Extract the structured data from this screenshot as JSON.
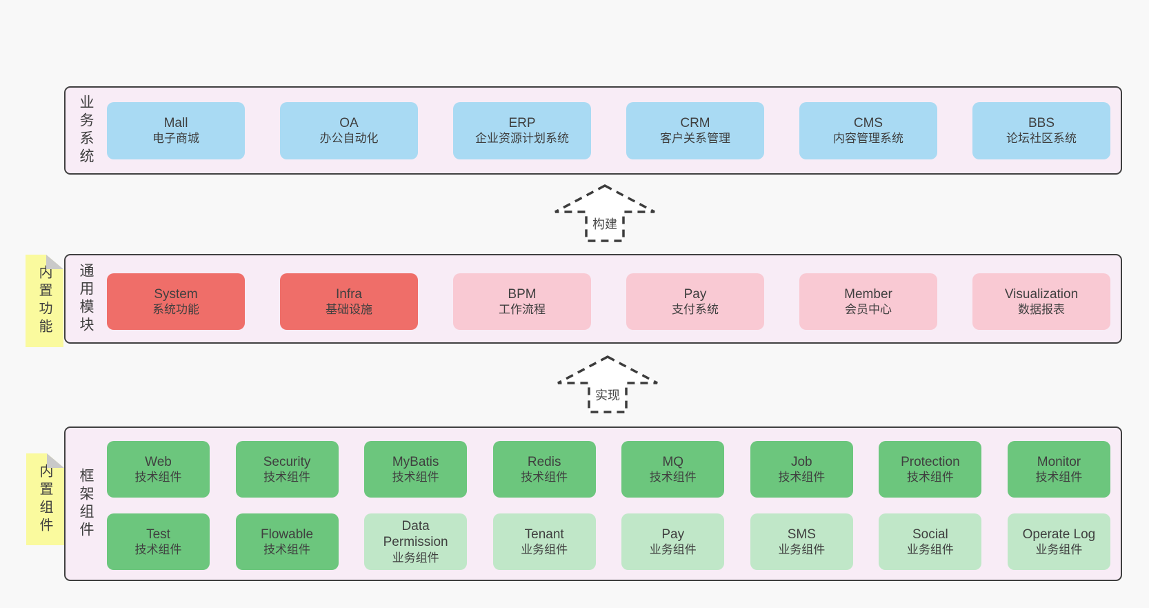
{
  "colors": {
    "page_bg": "#f8f8f8",
    "container_bg": "#f8ecf6",
    "container_border": "#404040",
    "box_blue": "#a9daf3",
    "box_red": "#ef6e69",
    "box_pink": "#f9c9d3",
    "box_green": "#6cc67d",
    "box_green_light": "#c0e7c8",
    "note_yellow": "#fafa9e",
    "note_fold": "#c9c9c9",
    "text": "#3f3f3f",
    "arrow_fill": "#ffffff"
  },
  "arrows": [
    {
      "label": "构建"
    },
    {
      "label": "实现"
    }
  ],
  "layers": [
    {
      "id": "business-systems",
      "label": "业务系统",
      "boxes": [
        {
          "title": "Mall",
          "subtitle": "电子商城",
          "type": "blue"
        },
        {
          "title": "OA",
          "subtitle": "办公自动化",
          "type": "blue"
        },
        {
          "title": "ERP",
          "subtitle": "企业资源计划系统",
          "type": "blue"
        },
        {
          "title": "CRM",
          "subtitle": "客户关系管理",
          "type": "blue"
        },
        {
          "title": "CMS",
          "subtitle": "内容管理系统",
          "type": "blue"
        },
        {
          "title": "BBS",
          "subtitle": "论坛社区系统",
          "type": "blue"
        }
      ]
    },
    {
      "id": "common-modules",
      "label": "通用模块",
      "note": "内置功能",
      "boxes": [
        {
          "title": "System",
          "subtitle": "系统功能",
          "type": "red"
        },
        {
          "title": "Infra",
          "subtitle": "基础设施",
          "type": "red"
        },
        {
          "title": "BPM",
          "subtitle": "工作流程",
          "type": "pink"
        },
        {
          "title": "Pay",
          "subtitle": "支付系统",
          "type": "pink"
        },
        {
          "title": "Member",
          "subtitle": "会员中心",
          "type": "pink"
        },
        {
          "title": "Visualization",
          "subtitle": "数据报表",
          "type": "pink"
        }
      ]
    },
    {
      "id": "framework-components",
      "label": "框架组件",
      "note": "内置组件",
      "rows": [
        [
          {
            "title": "Web",
            "subtitle": "技术组件",
            "type": "green"
          },
          {
            "title": "Security",
            "subtitle": "技术组件",
            "type": "green"
          },
          {
            "title": "MyBatis",
            "subtitle": "技术组件",
            "type": "green"
          },
          {
            "title": "Redis",
            "subtitle": "技术组件",
            "type": "green"
          },
          {
            "title": "MQ",
            "subtitle": "技术组件",
            "type": "green"
          },
          {
            "title": "Job",
            "subtitle": "技术组件",
            "type": "green"
          },
          {
            "title": "Protection",
            "subtitle": "技术组件",
            "type": "green"
          },
          {
            "title": "Monitor",
            "subtitle": "技术组件",
            "type": "green"
          }
        ],
        [
          {
            "title": "Test",
            "subtitle": "技术组件",
            "type": "green"
          },
          {
            "title": "Flowable",
            "subtitle": "技术组件",
            "type": "green"
          },
          {
            "title": "Data Permission",
            "subtitle": "业务组件",
            "type": "lightgreen"
          },
          {
            "title": "Tenant",
            "subtitle": "业务组件",
            "type": "lightgreen"
          },
          {
            "title": "Pay",
            "subtitle": "业务组件",
            "type": "lightgreen"
          },
          {
            "title": "SMS",
            "subtitle": "业务组件",
            "type": "lightgreen"
          },
          {
            "title": "Social",
            "subtitle": "业务组件",
            "type": "lightgreen"
          },
          {
            "title": "Operate Log",
            "subtitle": "业务组件",
            "type": "lightgreen"
          }
        ]
      ]
    }
  ]
}
